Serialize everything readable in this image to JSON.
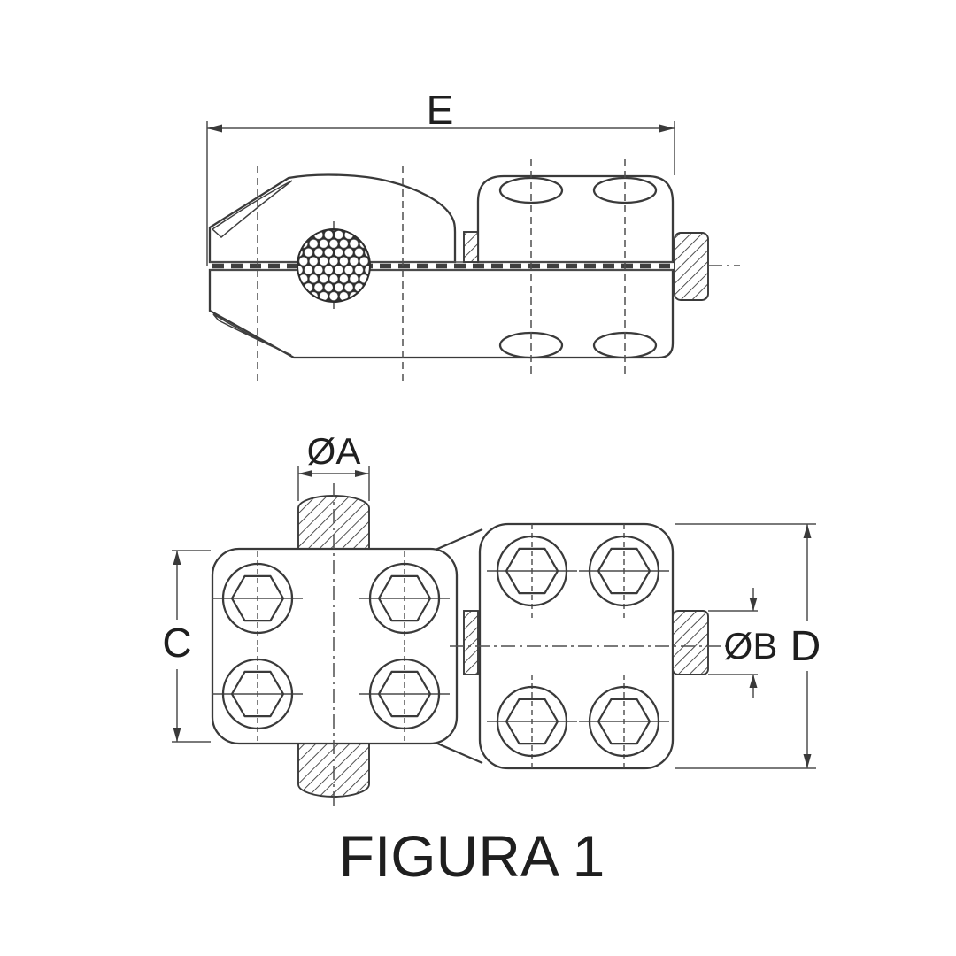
{
  "figure": {
    "caption": "FIGURA 1",
    "background_color": "#ffffff",
    "line_color": "#3a3a3a",
    "text_color": "#1f1f1f"
  },
  "views": {
    "side_view": {
      "dimensions": {
        "overall_length": "E"
      }
    },
    "plan_view": {
      "dimensions": {
        "conductor_diameter": "ØA",
        "clamp_body_height": "C",
        "stub_diameter": "ØB",
        "tap_body_height": "D"
      }
    }
  }
}
